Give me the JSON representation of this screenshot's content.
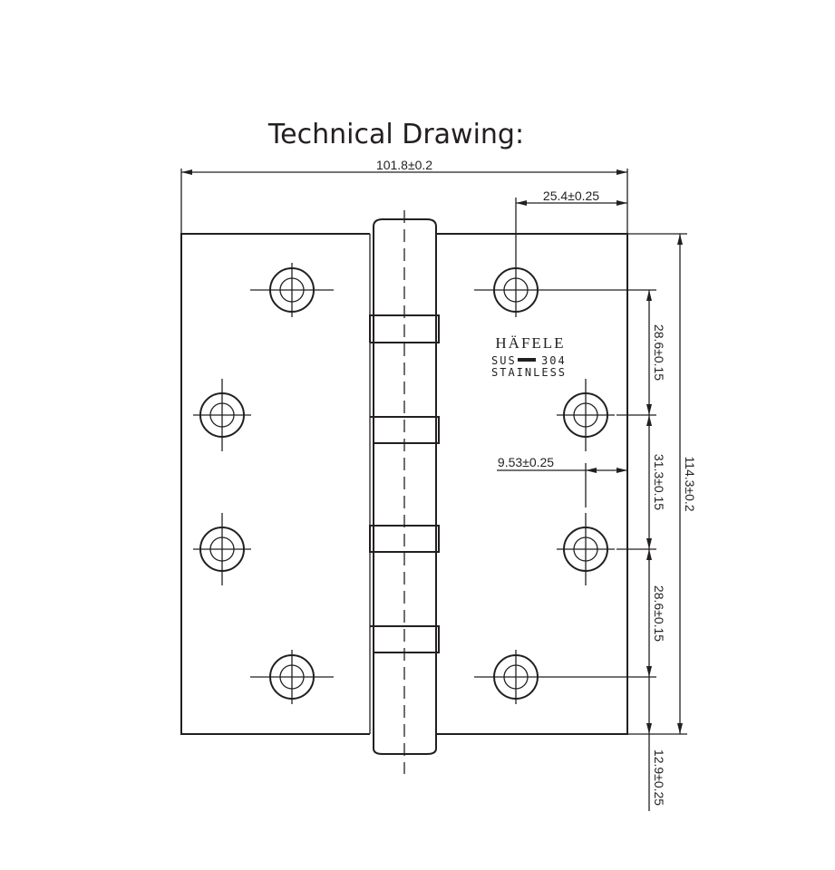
{
  "title": "Technical Drawing:",
  "dimensions": {
    "overall_width": "101.8±0.2",
    "hole_offset_top": "25.4±0.25",
    "overall_height": "114.3±0.2",
    "hole_spacing_upper": "28.6±0.15",
    "hole_spacing_middle": "31.3±0.15",
    "hole_spacing_lower": "28.6±0.15",
    "hole_edge_distance": "9.53±0.25",
    "bottom_offset": "12.9±0.25"
  },
  "marking": {
    "brand": "HÄFELE",
    "grade_left": "SUS",
    "grade_right": "304",
    "material": "STAINLESS"
  }
}
